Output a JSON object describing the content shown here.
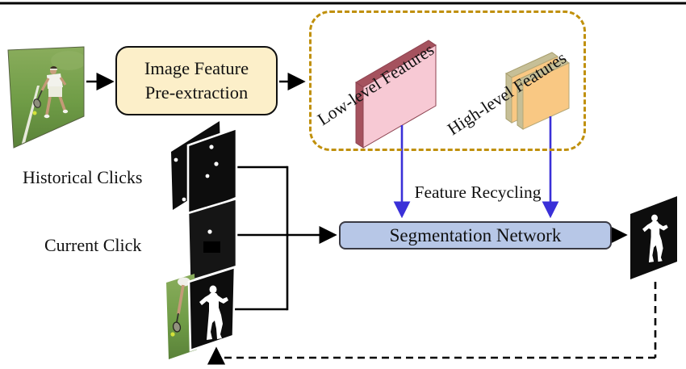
{
  "nodes": {
    "pre_extraction": {
      "line1": "Image Feature",
      "line2": "Pre-extraction",
      "fill": "#fcefc9"
    },
    "segmentation_network": {
      "label": "Segmentation Network",
      "fill": "#b7c7e7"
    },
    "feature_cache": {
      "low_level_label": "Low-level Features",
      "high_level_label": "High-level Features",
      "border_color": "#c0900c",
      "low_level_color": "#f7c9d4",
      "low_level_edge_color": "#a5525e",
      "high_level_color": "#f9c883",
      "high_level_edge_color": "#c6bf97"
    }
  },
  "inputs": {
    "historical_clicks_label": "Historical Clicks",
    "current_click_label": "Current Click"
  },
  "annotations": {
    "feature_recycling_label": "Feature Recycling",
    "recycle_arrow_color": "#3a30d8",
    "connector_color": "#000000"
  }
}
